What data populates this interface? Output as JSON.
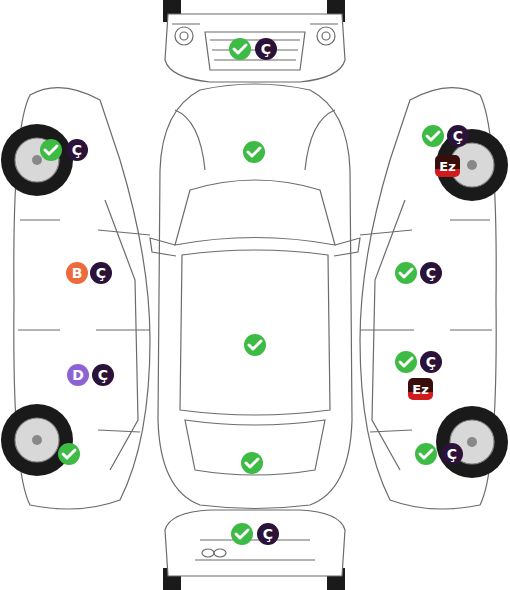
{
  "diagram": {
    "nodes": [
      {
        "text": [
          "Ç"
        ]
      },
      {
        "text": [
          "Ç"
        ]
      },
      {
        "text": [
          "Ç"
        ]
      },
      {
        "text": [
          "Ez"
        ]
      },
      {
        "text": [
          "B"
        ]
      },
      {
        "text": [
          "Ç"
        ]
      },
      {
        "text": [
          "Ç"
        ]
      },
      {
        "text": [
          "Ç"
        ]
      },
      {
        "text": [
          "D"
        ]
      },
      {
        "text": [
          "Ç"
        ]
      },
      {
        "text": [
          "Ez"
        ]
      },
      {
        "text": [
          "Ç"
        ]
      },
      {
        "text": [
          "Ç"
        ]
      }
    ]
  }
}
